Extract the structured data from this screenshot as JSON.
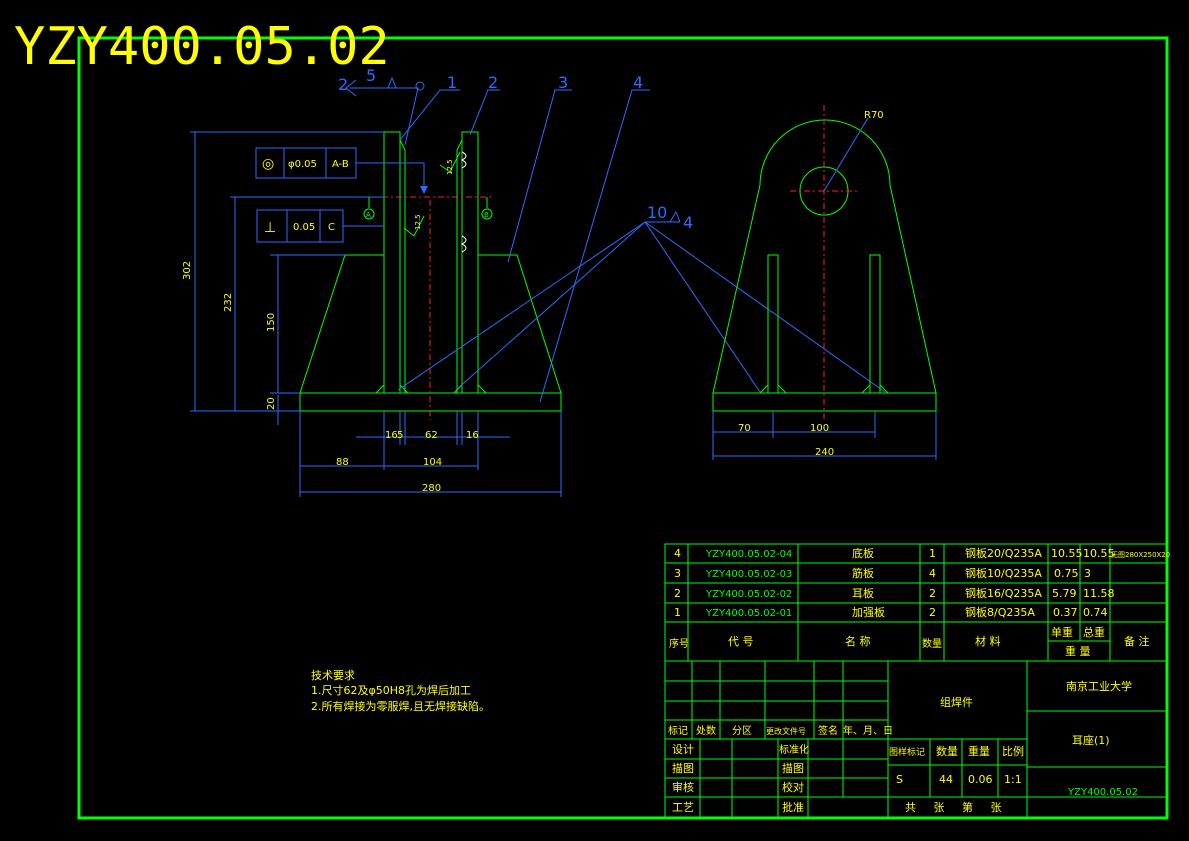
{
  "drawing_number": "YZY400.05.02",
  "balloons": [
    "1",
    "2",
    "3",
    "4",
    "5",
    "10",
    "2",
    "4"
  ],
  "gdt": [
    {
      "symbol": "◎",
      "tolerance": "φ0.05",
      "datum": "A-B"
    },
    {
      "symbol": "⊥",
      "tolerance": "0.05",
      "datum": "C"
    }
  ],
  "datum_labels": [
    "A",
    "B"
  ],
  "roughness": [
    "12.5",
    "12.5"
  ],
  "radius_label": "R70",
  "dims_left": {
    "h302": "302",
    "h232": "232",
    "h150": "150",
    "h20": "20",
    "w16a": "16",
    "w5": "5",
    "w62": "62",
    "w16b": "16",
    "w88": "88",
    "w104": "104",
    "w280": "280"
  },
  "dims_right": {
    "w70": "70",
    "w100": "100",
    "w240": "240"
  },
  "tech_req": {
    "title": "技术要求",
    "line1": "1.尺寸62及φ50H8孔为焊后加工",
    "line2": "2.所有焊接为零服焊,且无焊接缺陷。"
  },
  "bom": [
    {
      "no": "4",
      "code": "YZY400.05.02-04",
      "name": "底板",
      "qty": "1",
      "material": "钢板20/Q235A",
      "unit": "10.55",
      "total": "10.55",
      "note": "无图280X250X20"
    },
    {
      "no": "3",
      "code": "YZY400.05.02-03",
      "name": "筋板",
      "qty": "4",
      "material": "钢板10/Q235A",
      "unit": "0.75",
      "total": "3",
      "note": ""
    },
    {
      "no": "2",
      "code": "YZY400.05.02-02",
      "name": "耳板",
      "qty": "2",
      "material": "钢板16/Q235A",
      "unit": "5.79",
      "total": "11.58",
      "note": ""
    },
    {
      "no": "1",
      "code": "YZY400.05.02-01",
      "name": "加强板",
      "qty": "2",
      "material": "钢板8/Q235A",
      "unit": "0.37",
      "total": "0.74",
      "note": ""
    }
  ],
  "bom_header": {
    "no": "序号",
    "code": "代 号",
    "name": "名 称",
    "qty": "数量",
    "material": "材 料",
    "unit": "单重",
    "total": "总重",
    "weight": "重 量",
    "note": "备 注"
  },
  "title_block": {
    "rev_labels": [
      "标记",
      "处数",
      "分区",
      "更改文件号",
      "签名",
      "年、月、日"
    ],
    "design": "设计",
    "std": "标准化",
    "draw": "描图",
    "trace": "描图",
    "check": "审核",
    "verify": "校对",
    "process": "工艺",
    "approve": "批准",
    "assembly": "组焊件",
    "university": "南京工业大学",
    "part_name": "耳座(1)",
    "stage": "图样标记",
    "qty_label": "数量",
    "weight_label": "重量",
    "scale_label": "比例",
    "stage_val": "S",
    "qty_val": "44",
    "weight_val": "0.06",
    "scale_val": "1:1",
    "sheets": "共 张 第 张",
    "number": "YZY400.05.02"
  }
}
